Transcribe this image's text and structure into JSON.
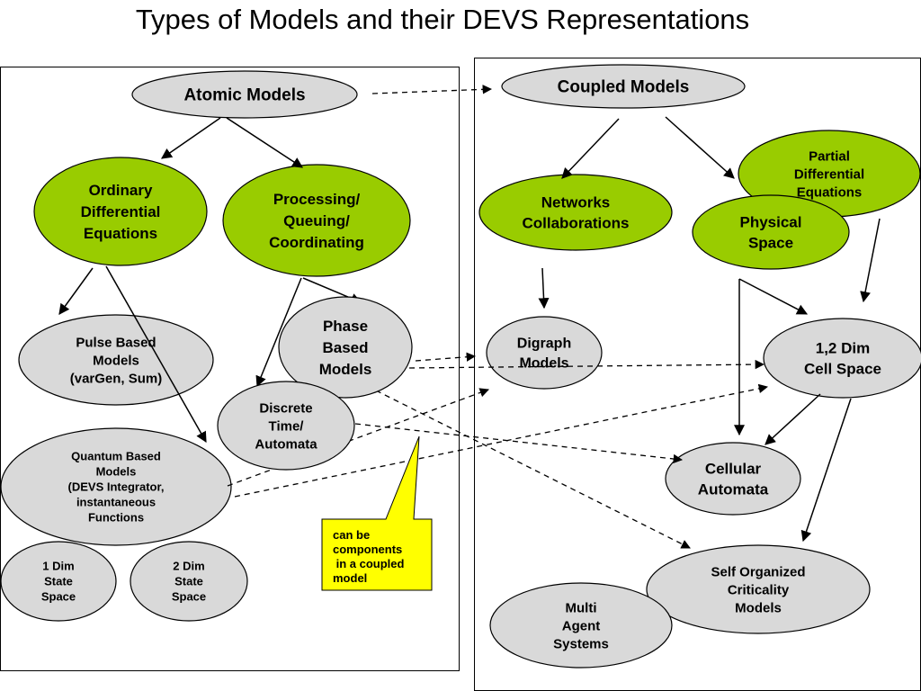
{
  "title": "Types of Models and their DEVS Representations",
  "colors": {
    "green_node": "#99cc00",
    "gray_node": "#d9d9d9",
    "callout": "#ffff00"
  },
  "nodes": {
    "atomic": [
      "Atomic Models"
    ],
    "coupled": [
      "Coupled Models"
    ],
    "ode": [
      "Ordinary",
      "Differential",
      "Equations"
    ],
    "pqc": [
      "Processing/",
      "Queuing/",
      "Coordinating"
    ],
    "pulse": [
      "Pulse Based",
      "Models",
      "(varGen, Sum)"
    ],
    "phase": [
      "Phase",
      "Based",
      "Models"
    ],
    "discrete": [
      "Discrete",
      "Time/",
      "Automata"
    ],
    "quantum": [
      "Quantum Based",
      "Models",
      "(DEVS Integrator,",
      "instantaneous",
      "Functions"
    ],
    "dim1": [
      "1 Dim",
      "State",
      "Space"
    ],
    "dim2": [
      "2 Dim",
      "State",
      "Space"
    ],
    "networks": [
      "Networks",
      "Collaborations"
    ],
    "pde": [
      "Partial",
      "Differential",
      "Equations"
    ],
    "physical": [
      "Physical",
      "Space"
    ],
    "digraph": [
      "Digraph",
      "Models"
    ],
    "cellspace": [
      "1,2  Dim",
      "Cell Space"
    ],
    "cellular": [
      "Cellular",
      "Automata"
    ],
    "soc": [
      "Self Organized",
      "Criticality",
      "Models"
    ],
    "mas": [
      "Multi",
      "Agent",
      "Systems"
    ]
  },
  "callout": [
    "can be",
    "components",
    " in a coupled",
    "model"
  ]
}
